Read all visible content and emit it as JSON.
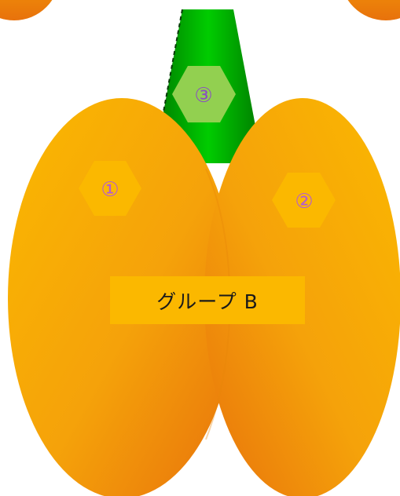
{
  "diagram": {
    "group_label": "グループ B",
    "markers": [
      {
        "id": "marker-1",
        "text": "①",
        "color": "#b35bd3"
      },
      {
        "id": "marker-2",
        "text": "②",
        "color": "#b35bd3"
      },
      {
        "id": "marker-3",
        "text": "③",
        "color": "#8a4fc0"
      }
    ],
    "colors": {
      "petal_light": "#fbb800",
      "petal_dark": "#e8720c",
      "stem_light": "#00cc00",
      "stem_dark": "#007a00",
      "hex_orange": "#fbb800",
      "hex_green": "#92d050",
      "label_box": "#fbb800"
    }
  }
}
